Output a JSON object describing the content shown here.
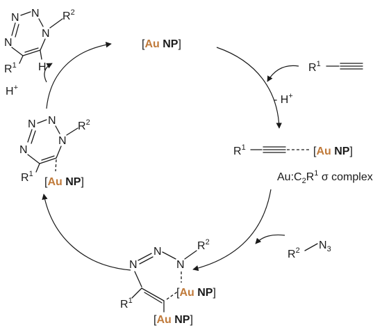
{
  "diagram": {
    "catalyst": {
      "open": "[",
      "au": "Au",
      "np": "NP",
      "close": "]"
    },
    "alkyne": {
      "r": "R",
      "sup": "1"
    },
    "minus_h": {
      "text": "- H",
      "sup": "+"
    },
    "h_plus": {
      "text": "H",
      "sup": "+"
    },
    "sigma_complex": {
      "r": "R",
      "sup": "1"
    },
    "sigma_caption": {
      "a": "Au:C",
      "sub": "2",
      "b": "R",
      "sup": "1",
      "c": " σ complex"
    },
    "azide": {
      "r": "R",
      "sup": "2",
      "n": "N",
      "sub": "3"
    },
    "atoms": {
      "N": "N",
      "H": "H",
      "R1": "R",
      "R1_sup": "1",
      "R2": "R",
      "R2_sup": "2"
    }
  },
  "colors": {
    "gold": "#c07a3a",
    "ink": "#1a1a1a"
  }
}
